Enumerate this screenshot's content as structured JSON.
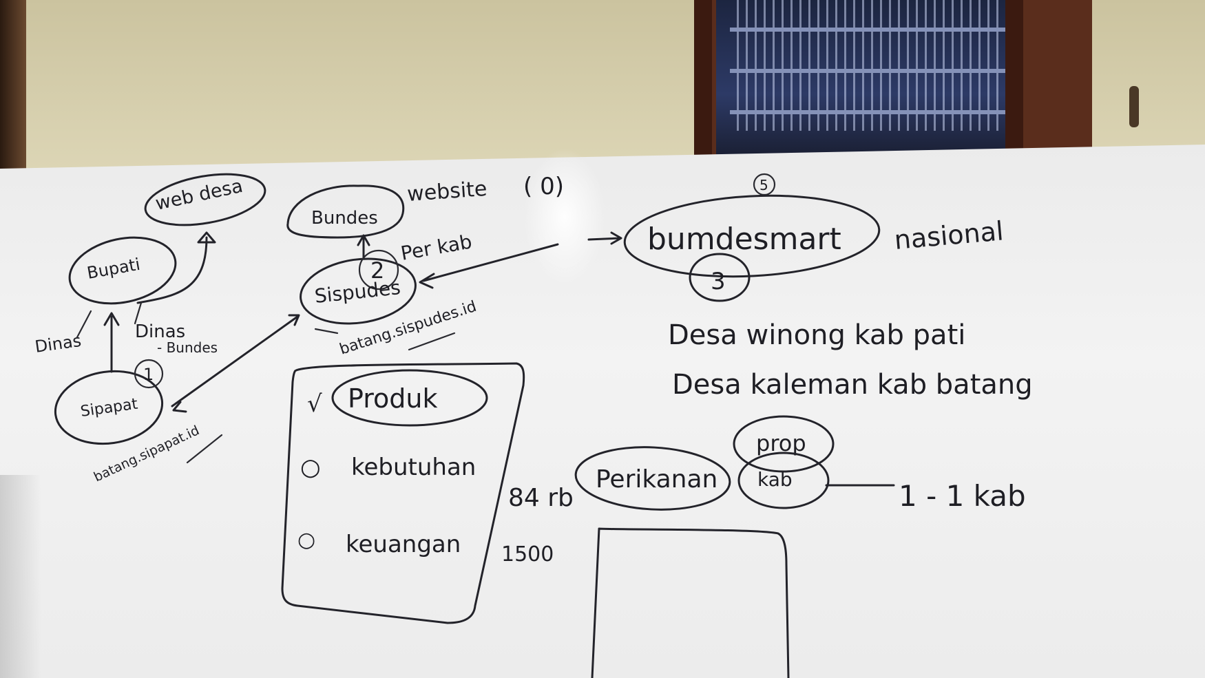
{
  "whiteboard": {
    "left_diagram": {
      "web_desa": "web desa",
      "bupati": "Bupati",
      "dinas": "Dinas",
      "dinas_bundes": "Dinas",
      "bundes_note": "- Bundes",
      "sipapat": "Sipapat",
      "num_1": "1",
      "url_sipapat": "batang.sipapat.id"
    },
    "middle_diagram": {
      "bundes": "Bundes",
      "website": "website",
      "website_paren": "( 0)",
      "per_kab": "Per kab",
      "num_2": "2",
      "sispudes": "Sispudes",
      "url_sispudes": "batang.sispudes.id"
    },
    "right_diagram": {
      "num_top": "5",
      "bumdesmart": "bumdesmart",
      "nasional": "nasional",
      "num_3": "3",
      "line_1": "Desa winong kab pati",
      "line_2": "Desa kaleman kab batang"
    },
    "checklist": {
      "items": [
        {
          "mark": "√",
          "label": "Produk"
        },
        {
          "mark": "○",
          "label": "kebutuhan"
        },
        {
          "mark": "○",
          "label": "keuangan"
        }
      ],
      "value_1": "84 rb",
      "value_2": "1500"
    },
    "lower_right": {
      "perikanan": "Perikanan",
      "prop": "prop",
      "kab": "kab",
      "ratio": "1 - 1 kab"
    }
  }
}
